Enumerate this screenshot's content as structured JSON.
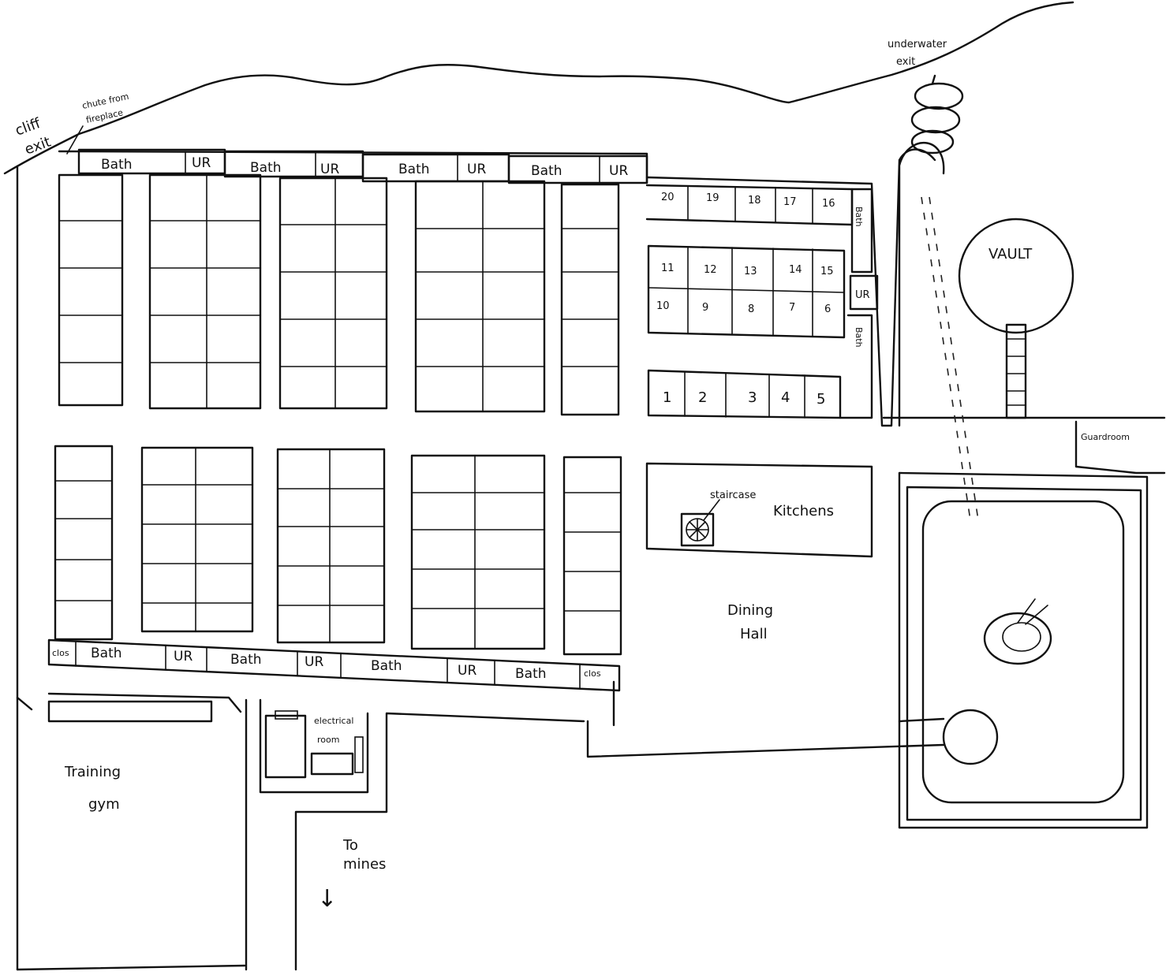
{
  "map": {
    "labels": {
      "cliff_exit_1": "cliff",
      "cliff_exit_2": "exit",
      "chute_1": "chute from",
      "chute_2": "fireplace",
      "underwater_1": "underwater",
      "underwater_2": "exit",
      "vault": "VAULT",
      "guardroom": "Guardroom",
      "staircase": "staircase",
      "kitchens": "Kitchens",
      "dining_1": "Dining",
      "dining_2": "Hall",
      "electrical_1": "electrical",
      "electrical_2": "room",
      "gym_1": "Training",
      "gym_2": "gym",
      "mines_1": "To",
      "mines_2": "mines",
      "arrow_down": "↓"
    },
    "top_wing": [
      {
        "bath": "Bath",
        "ur": "UR"
      },
      {
        "bath": "Bath",
        "ur": "UR"
      },
      {
        "bath": "Bath",
        "ur": "UR"
      },
      {
        "bath": "Bath",
        "ur": "UR"
      }
    ],
    "bottom_wing": {
      "clos_left": "clos",
      "clos_right": "clos",
      "units": [
        {
          "bath": "Bath",
          "ur": "UR"
        },
        {
          "bath": "Bath",
          "ur": "UR"
        },
        {
          "bath": "Bath",
          "ur": "UR"
        },
        {
          "bath": "Bath",
          "ur": ""
        }
      ]
    },
    "numbered_block": {
      "row_top": [
        "20",
        "19",
        "18",
        "17",
        "16"
      ],
      "row_upper": [
        "11",
        "12",
        "13",
        "14",
        "15"
      ],
      "row_lower": [
        "10",
        "9",
        "8",
        "7",
        "6"
      ],
      "row_bottom": [
        "1",
        "2",
        "3",
        "4",
        "5"
      ],
      "bath_a": "Bath",
      "bath_b": "Bath",
      "ur": "UR"
    }
  }
}
